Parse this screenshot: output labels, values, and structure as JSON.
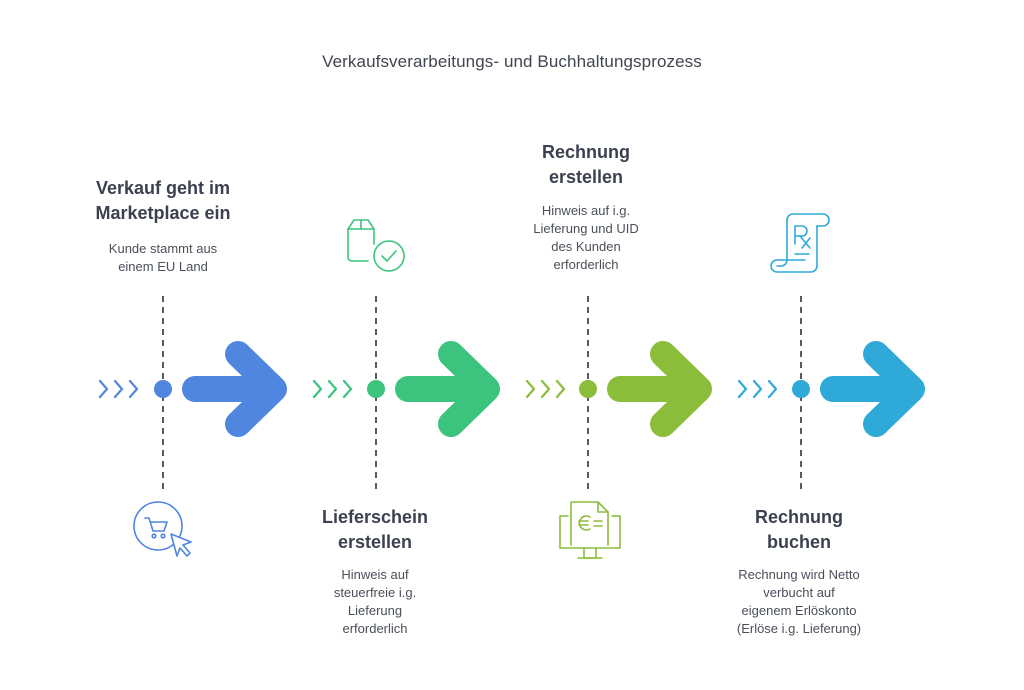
{
  "title": "Verkaufsverarbeitungs- und Buchhaltungsprozess",
  "colors": {
    "step1": "#4f86e0",
    "step2": "#3cc37d",
    "step3": "#8cbd3a",
    "step4": "#2fa9d8",
    "line": "#555a63"
  },
  "steps": [
    {
      "title_line1": "Verkauf geht im",
      "title_line2": "Marketplace ein",
      "desc_line1": "Kunde stammt aus",
      "desc_line2": "einem EU Land",
      "icon": "shopping-cart-cursor-icon"
    },
    {
      "title_line1": "Lieferschein",
      "title_line2": "erstellen",
      "desc_line1": "Hinweis auf",
      "desc_line2": "steuerfreie i.g.",
      "desc_line3": "Lieferung",
      "desc_line4": "erforderlich",
      "icon": "package-check-icon"
    },
    {
      "title_line1": "Rechnung",
      "title_line2": "erstellen",
      "desc_line1": "Hinweis auf i.g.",
      "desc_line2": "Lieferung und UID",
      "desc_line3": "des Kunden",
      "desc_line4": "erforderlich",
      "icon": "euro-invoice-monitor-icon"
    },
    {
      "title_line1": "Rechnung",
      "title_line2": "buchen",
      "desc_line1": "Rechnung wird Netto",
      "desc_line2": "verbucht auf",
      "desc_line3": "eigenem Erlöskonto",
      "desc_line4": "(Erlöse i.g. Lieferung)",
      "icon": "receipt-scroll-icon"
    }
  ]
}
